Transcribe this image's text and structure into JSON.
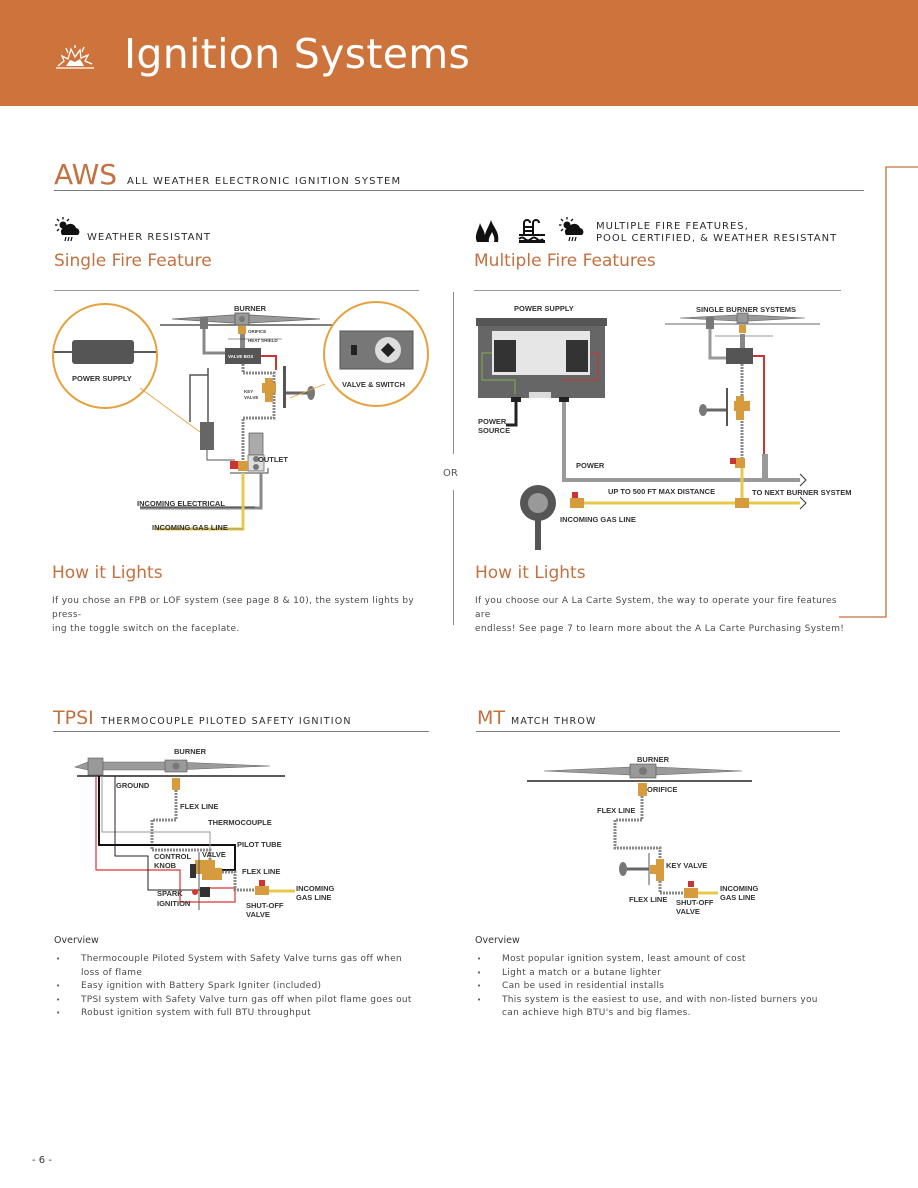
{
  "header": {
    "title": "Ignition Systems",
    "icon": "spark-burst-icon",
    "bg_color": "#cd743d"
  },
  "accent_color": "#c4703f",
  "aws": {
    "code": "AWS",
    "subtitle": "ALL WEATHER ELECTRONIC IGNITION SYSTEM",
    "single": {
      "tag": "WEATHER RESISTANT",
      "tag_icons": [
        "weather-sun-rain-icon"
      ],
      "heading": "Single Fire Feature",
      "diagram_labels": {
        "burner": "BURNER",
        "orifice": "ORIFICE",
        "heat_shield": "HEAT SHIELD",
        "valve_box": "VALVE BOX",
        "power_supply": "POWER SUPPLY",
        "valve_switch": "VALVE & SWITCH",
        "key_valve_1": "KEY",
        "key_valve_2": "VALVE",
        "outlet": "OUTLET",
        "incoming_electrical": "INCOMING ELECTRICAL",
        "incoming_gas": "INCOMING GAS LINE"
      },
      "how_heading": "How it Lights",
      "how_text_1": "If you chose an FPB or LOF system (see page 8 & 10), the system lights by press-",
      "how_text_2": "ing the toggle switch on the faceplate."
    },
    "or_label": "OR",
    "multiple": {
      "tag_line_1": "MULTIPLE FIRE FEATURES,",
      "tag_line_2": "POOL CERTIFIED, & WEATHER RESISTANT",
      "tag_icons": [
        "flames-icon",
        "pool-ladder-icon",
        "weather-sun-rain-icon"
      ],
      "heading": "Multiple Fire Features",
      "diagram_labels": {
        "power_supply": "POWER SUPPLY",
        "single_burner": "SINGLE BURNER SYSTEMS",
        "power_source_1": "POWER",
        "power_source_2": "SOURCE",
        "power": "POWER",
        "max_distance": "UP TO 500 FT MAX DISTANCE",
        "next_burner": "TO NEXT BURNER SYSTEM",
        "incoming_gas": "INCOMING GAS LINE"
      },
      "how_heading": "How it Lights",
      "how_text_1": "If you choose our A La Carte System, the way to operate your fire features are",
      "how_text_2": "endless! See page 7 to learn more about the A La Carte Purchasing System!"
    }
  },
  "tpsi": {
    "code": "TPSI",
    "subtitle": "THERMOCOUPLE PILOTED SAFETY IGNITION",
    "diagram_labels": {
      "burner": "BURNER",
      "ground": "GROUND",
      "flex_line_1": "FLEX LINE",
      "thermocouple": "THERMOCOUPLE",
      "pilot_tube": "PILOT TUBE",
      "control_1": "CONTROL",
      "control_2": "KNOB",
      "valve": "VALVE",
      "flex_line_2": "FLEX LINE",
      "spark_1": "SPARK",
      "spark_2": "IGNITION",
      "shutoff_1": "SHUT-OFF",
      "shutoff_2": "VALVE",
      "gas_1": "INCOMING",
      "gas_2": "GAS LINE"
    },
    "overview_title": "Overview",
    "overview": [
      "Thermocouple Piloted System with Safety Valve turns gas off when loss of flame",
      "Easy ignition with Battery Spark Igniter (included)",
      "TPSI system with Safety Valve turn gas off when pilot flame goes out",
      "Robust ignition system with full BTU throughput"
    ]
  },
  "mt": {
    "code": "MT",
    "subtitle": "MATCH THROW",
    "diagram_labels": {
      "burner": "BURNER",
      "orifice": "ORIFICE",
      "flex_line_1": "FLEX LINE",
      "key_valve": "KEY VALVE",
      "flex_line_2": "FLEX LINE",
      "shutoff_1": "SHUT-OFF",
      "shutoff_2": "VALVE",
      "gas_1": "INCOMING",
      "gas_2": "GAS LINE"
    },
    "overview_title": "Overview",
    "overview": [
      "Most popular ignition system, least amount of cost",
      "Light a match or a butane lighter",
      "Can be used in residential installs",
      "This system is the easiest to use, and with non-listed burners you can achieve high BTU's and big flames."
    ]
  },
  "footer": {
    "page_number": "- 6 -"
  }
}
